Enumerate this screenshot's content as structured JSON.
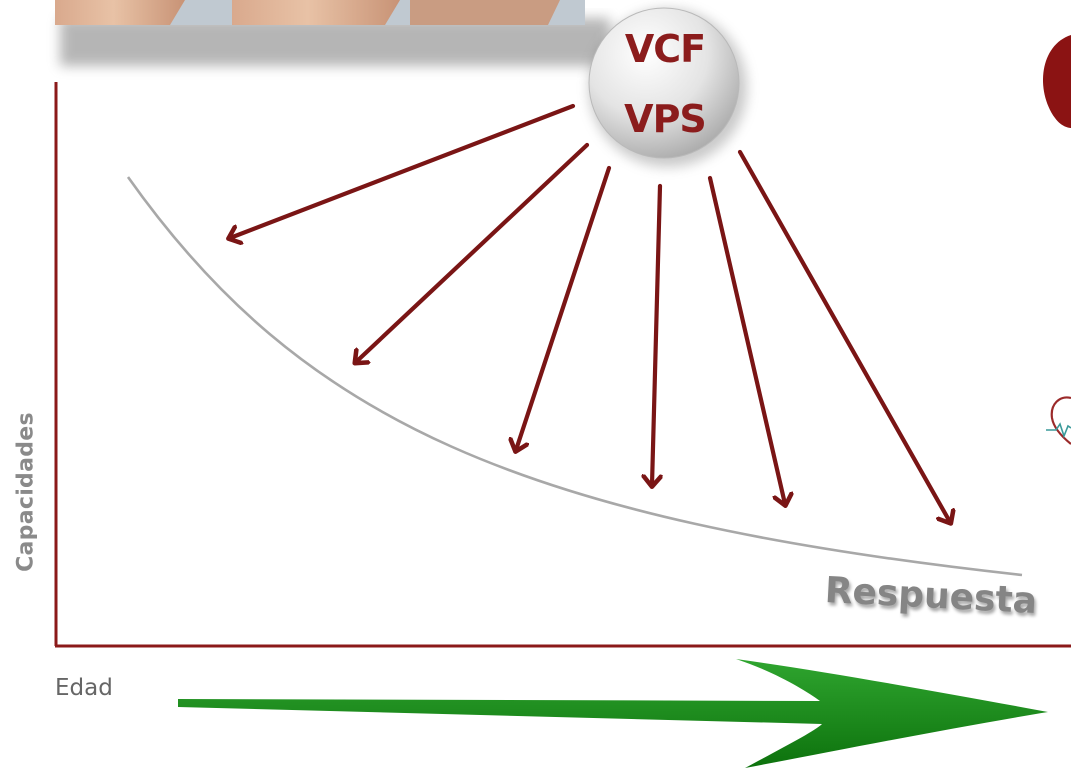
{
  "diagram": {
    "badge": {
      "line1": "VCF",
      "line2": "VPS"
    },
    "y_axis_label": "Capacidades",
    "x_axis_label": "Edad",
    "curve_label": "Respuesta",
    "colors": {
      "axis": "#8b1a1a",
      "arrows": "#7a1515",
      "curve": "#a8a8a8",
      "time_arrow": "#138a13",
      "badge_text": "#8b1c1c",
      "label_gray": "#858585"
    },
    "arrow_count": 6
  }
}
